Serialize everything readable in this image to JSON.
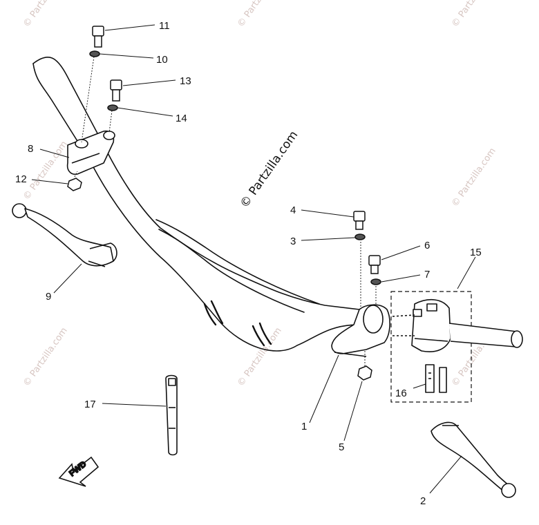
{
  "watermark": "© Partzilla.com",
  "brand_watermark": "© Partzilla.com",
  "forward_marker": "FWD",
  "callouts": {
    "c1": "1",
    "c2": "2",
    "c3": "3",
    "c4": "4",
    "c5": "5",
    "c6": "6",
    "c7": "7",
    "c8": "8",
    "c9": "9",
    "c10": "10",
    "c11": "11",
    "c12": "12",
    "c13": "13",
    "c14": "14",
    "c15": "15",
    "c16": "16",
    "c17": "17"
  }
}
